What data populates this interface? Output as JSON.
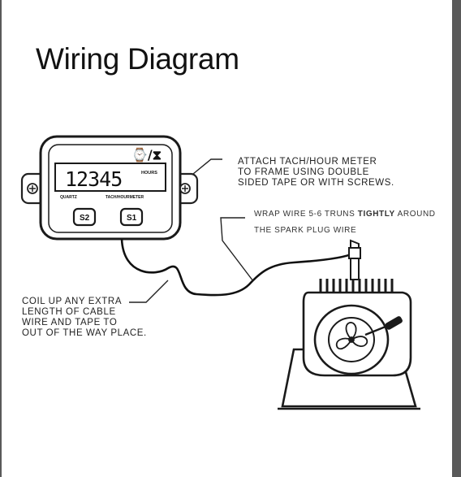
{
  "title": "Wiring Diagram",
  "meter": {
    "icon_glyph": "⌚/⧗",
    "display_value": "12345",
    "hours_label": "HOURS",
    "brand_label": "QUARTZ",
    "model_label": "TACH/HOURMETER",
    "button_s2": "S2",
    "button_s1": "S1"
  },
  "notes": {
    "attach_line1": "ATTACH TACH/HOUR METER",
    "attach_line2": "TO FRAME USING DOUBLE",
    "attach_line3": "SIDED TAPE OR WITH SCREWS.",
    "wrap_line1_pre": "WRAP WIRE 5-6 TRUNS ",
    "wrap_line1_bold": "TIGHTLY",
    "wrap_line1_post": " AROUND",
    "wrap_line2": "THE SPARK PLUG WIRE",
    "coil_line1": "COIL UP ANY EXTRA",
    "coil_line2": "LENGTH OF CABLE",
    "coil_line3": "WIRE AND TAPE TO",
    "coil_line4": "OUT OF THE WAY PLACE."
  }
}
